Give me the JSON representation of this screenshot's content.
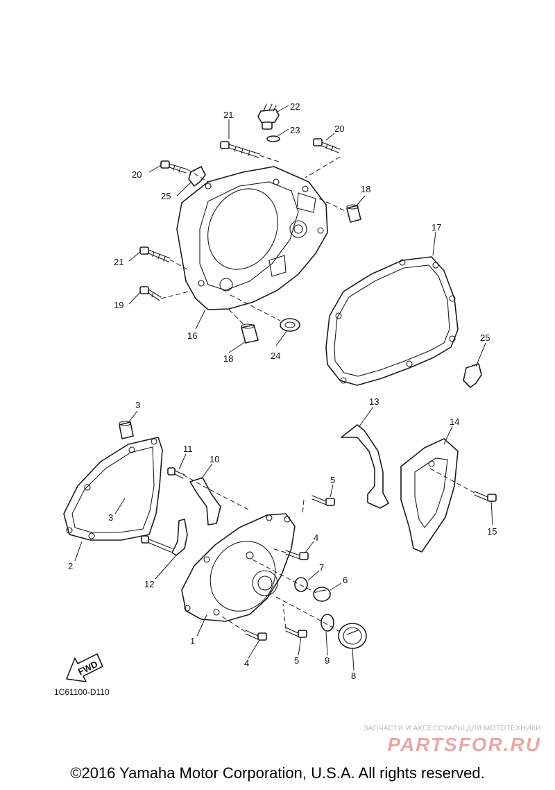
{
  "diagram": {
    "code": "1C61100-D110",
    "fwd_arrow_label": "FWD",
    "callouts": [
      "21",
      "22",
      "23",
      "20",
      "20",
      "25",
      "18",
      "17",
      "21",
      "19",
      "16",
      "18",
      "24",
      "25",
      "3",
      "3",
      "13",
      "14",
      "11",
      "10",
      "5",
      "2",
      "12",
      "4",
      "7",
      "6",
      "1",
      "15",
      "4",
      "5",
      "9",
      "8"
    ]
  },
  "watermark": {
    "tagline": "ЗАПЧАСТИ И АКСЕССУАРЫ ДЛЯ МОТОТЕХНИКИ",
    "brand": "PARTSFOR.RU"
  },
  "footer": {
    "copyright": "©2016 Yamaha Motor Corporation, U.S.A. All rights reserved."
  }
}
